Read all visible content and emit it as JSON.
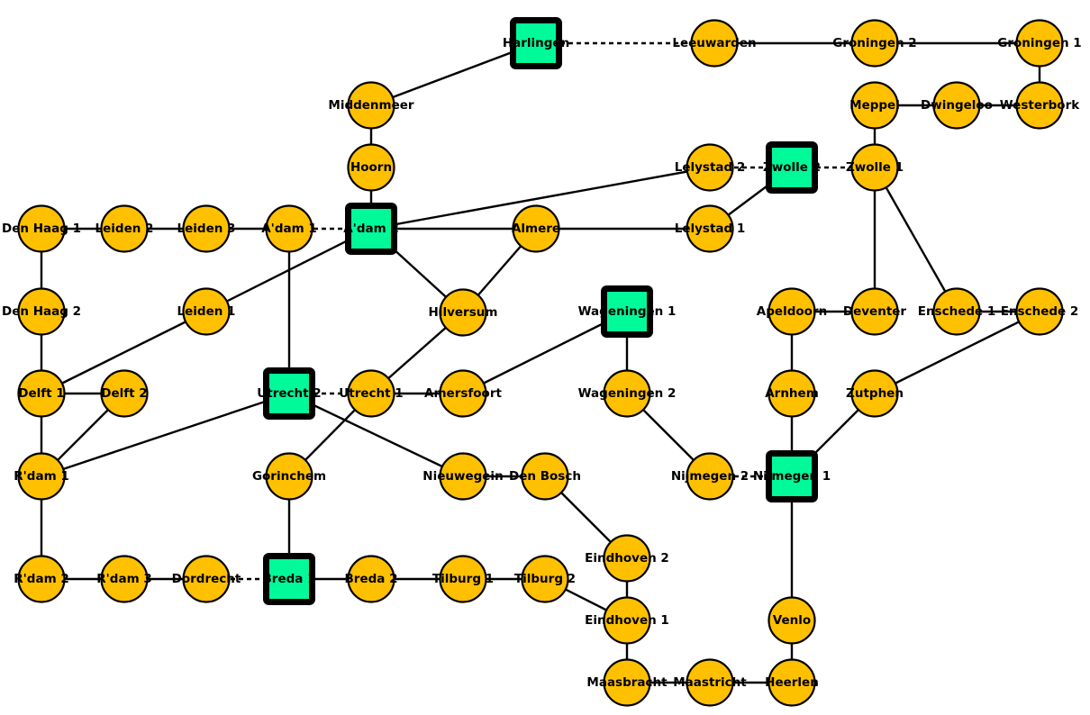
{
  "colors": {
    "station": "#FFC000",
    "hub": "#00FA9A",
    "stroke": "#000000",
    "background": "#ffffff"
  },
  "nodes": [
    {
      "id": "harlingen",
      "label": "Harlingen",
      "shape": "square"
    },
    {
      "id": "leeuwarden",
      "label": "Leeuwarden",
      "shape": "circle"
    },
    {
      "id": "groningen2",
      "label": "Groningen 2",
      "shape": "circle"
    },
    {
      "id": "groningen1",
      "label": "Groningen 1",
      "shape": "circle"
    },
    {
      "id": "middenmeer",
      "label": "Middenmeer",
      "shape": "circle"
    },
    {
      "id": "meppel",
      "label": "Meppel",
      "shape": "circle"
    },
    {
      "id": "dwingeloo",
      "label": "Dwingeloo",
      "shape": "circle"
    },
    {
      "id": "westerbork",
      "label": "Westerbork",
      "shape": "circle"
    },
    {
      "id": "hoorn",
      "label": "Hoorn",
      "shape": "circle"
    },
    {
      "id": "lelystad2",
      "label": "Lelystad 2",
      "shape": "circle"
    },
    {
      "id": "zwolle2",
      "label": "Zwolle 2",
      "shape": "square"
    },
    {
      "id": "zwolle1",
      "label": "Zwolle 1",
      "shape": "circle"
    },
    {
      "id": "denhaag1",
      "label": "Den Haag 1",
      "shape": "circle"
    },
    {
      "id": "leiden2",
      "label": "Leiden 2",
      "shape": "circle"
    },
    {
      "id": "leiden3",
      "label": "Leiden 3",
      "shape": "circle"
    },
    {
      "id": "adam1",
      "label": "A'dam 1",
      "shape": "circle"
    },
    {
      "id": "adam2",
      "label": "A'dam 2",
      "shape": "square"
    },
    {
      "id": "almere",
      "label": "Almere",
      "shape": "circle"
    },
    {
      "id": "lelystad1",
      "label": "Lelystad 1",
      "shape": "circle"
    },
    {
      "id": "denhaag2",
      "label": "Den Haag 2",
      "shape": "circle"
    },
    {
      "id": "leiden1",
      "label": "Leiden 1",
      "shape": "circle"
    },
    {
      "id": "hilversum",
      "label": "Hilversum",
      "shape": "circle"
    },
    {
      "id": "wageningen1",
      "label": "Wageningen 1",
      "shape": "square"
    },
    {
      "id": "apeldoorn",
      "label": "Apeldoorn",
      "shape": "circle"
    },
    {
      "id": "deventer",
      "label": "Deventer",
      "shape": "circle"
    },
    {
      "id": "enschede1",
      "label": "Enschede 1",
      "shape": "circle"
    },
    {
      "id": "enschede2",
      "label": "Enschede 2",
      "shape": "circle"
    },
    {
      "id": "delft1",
      "label": "Delft 1",
      "shape": "circle"
    },
    {
      "id": "delft2",
      "label": "Delft 2",
      "shape": "circle"
    },
    {
      "id": "utrecht2",
      "label": "Utrecht 2",
      "shape": "square"
    },
    {
      "id": "utrecht1",
      "label": "Utrecht 1",
      "shape": "circle"
    },
    {
      "id": "amersfoort",
      "label": "Amersfoort",
      "shape": "circle"
    },
    {
      "id": "wageningen2",
      "label": "Wageningen 2",
      "shape": "circle"
    },
    {
      "id": "arnhem",
      "label": "Arnhem",
      "shape": "circle"
    },
    {
      "id": "zutphen",
      "label": "Zutphen",
      "shape": "circle"
    },
    {
      "id": "rdam1",
      "label": "R'dam 1",
      "shape": "circle"
    },
    {
      "id": "gorinchem",
      "label": "Gorinchem",
      "shape": "circle"
    },
    {
      "id": "nieuwegein",
      "label": "Nieuwegein",
      "shape": "circle"
    },
    {
      "id": "denbosch",
      "label": "Den Bosch",
      "shape": "circle"
    },
    {
      "id": "nijmegen2",
      "label": "Nijmegen 2",
      "shape": "circle"
    },
    {
      "id": "nijmegen1",
      "label": "Nijmegen 1",
      "shape": "square"
    },
    {
      "id": "eindhoven2",
      "label": "Eindhoven 2",
      "shape": "circle"
    },
    {
      "id": "rdam2",
      "label": "R'dam 2",
      "shape": "circle"
    },
    {
      "id": "rdam3",
      "label": "R'dam 3",
      "shape": "circle"
    },
    {
      "id": "dordrecht",
      "label": "Dordrecht",
      "shape": "circle"
    },
    {
      "id": "breda1",
      "label": "Breda 1",
      "shape": "square"
    },
    {
      "id": "breda2",
      "label": "Breda 2",
      "shape": "circle"
    },
    {
      "id": "tilburg1",
      "label": "Tilburg 1",
      "shape": "circle"
    },
    {
      "id": "tilburg2",
      "label": "Tilburg 2",
      "shape": "circle"
    },
    {
      "id": "eindhoven1",
      "label": "Eindhoven 1",
      "shape": "circle"
    },
    {
      "id": "venlo",
      "label": "Venlo",
      "shape": "circle"
    },
    {
      "id": "maasbracht",
      "label": "Maasbracht",
      "shape": "circle"
    },
    {
      "id": "maastricht",
      "label": "Maastricht",
      "shape": "circle"
    },
    {
      "id": "heerlen",
      "label": "Heerlen",
      "shape": "circle"
    }
  ],
  "edges": [
    [
      "harlingen",
      "leeuwarden",
      "dashed"
    ],
    [
      "leeuwarden",
      "groningen2",
      "solid"
    ],
    [
      "groningen2",
      "groningen1",
      "solid"
    ],
    [
      "groningen1",
      "westerbork",
      "solid"
    ],
    [
      "westerbork",
      "dwingeloo",
      "solid"
    ],
    [
      "dwingeloo",
      "meppel",
      "solid"
    ],
    [
      "meppel",
      "zwolle1",
      "solid"
    ],
    [
      "harlingen",
      "middenmeer",
      "solid"
    ],
    [
      "middenmeer",
      "hoorn",
      "solid"
    ],
    [
      "hoorn",
      "adam2",
      "solid"
    ],
    [
      "adam2",
      "lelystad2",
      "solid"
    ],
    [
      "lelystad2",
      "zwolle2",
      "dashed"
    ],
    [
      "zwolle2",
      "zwolle1",
      "dashed"
    ],
    [
      "zwolle2",
      "lelystad1",
      "solid"
    ],
    [
      "zwolle1",
      "deventer",
      "solid"
    ],
    [
      "zwolle1",
      "enschede1",
      "solid"
    ],
    [
      "denhaag1",
      "leiden2",
      "solid"
    ],
    [
      "leiden2",
      "leiden3",
      "solid"
    ],
    [
      "leiden3",
      "adam1",
      "solid"
    ],
    [
      "adam1",
      "adam2",
      "dashed"
    ],
    [
      "adam2",
      "almere",
      "solid"
    ],
    [
      "almere",
      "lelystad1",
      "solid"
    ],
    [
      "adam2",
      "hilversum",
      "solid"
    ],
    [
      "adam2",
      "leiden1",
      "solid"
    ],
    [
      "adam1",
      "utrecht2",
      "solid"
    ],
    [
      "almere",
      "hilversum",
      "solid"
    ],
    [
      "hilversum",
      "utrecht1",
      "solid"
    ],
    [
      "denhaag1",
      "denhaag2",
      "solid"
    ],
    [
      "denhaag2",
      "delft1",
      "solid"
    ],
    [
      "leiden1",
      "delft1",
      "solid"
    ],
    [
      "delft1",
      "delft2",
      "solid"
    ],
    [
      "delft1",
      "rdam1",
      "solid"
    ],
    [
      "delft2",
      "rdam1",
      "solid"
    ],
    [
      "rdam1",
      "utrecht2",
      "solid"
    ],
    [
      "utrecht2",
      "utrecht1",
      "dashed"
    ],
    [
      "utrecht1",
      "amersfoort",
      "solid"
    ],
    [
      "amersfoort",
      "wageningen1",
      "solid"
    ],
    [
      "utrecht2",
      "nieuwegein",
      "solid"
    ],
    [
      "utrecht1",
      "gorinchem",
      "solid"
    ],
    [
      "wageningen1",
      "wageningen2",
      "solid"
    ],
    [
      "wageningen2",
      "nijmegen2",
      "solid"
    ],
    [
      "nijmegen2",
      "nijmegen1",
      "dashed"
    ],
    [
      "apeldoorn",
      "deventer",
      "solid"
    ],
    [
      "apeldoorn",
      "arnhem",
      "solid"
    ],
    [
      "arnhem",
      "nijmegen1",
      "solid"
    ],
    [
      "enschede1",
      "enschede2",
      "solid"
    ],
    [
      "enschede2",
      "zutphen",
      "solid"
    ],
    [
      "zutphen",
      "nijmegen1",
      "solid"
    ],
    [
      "nijmegen1",
      "venlo",
      "solid"
    ],
    [
      "venlo",
      "heerlen",
      "solid"
    ],
    [
      "heerlen",
      "maastricht",
      "solid"
    ],
    [
      "maastricht",
      "maasbracht",
      "solid"
    ],
    [
      "maasbracht",
      "eindhoven1",
      "solid"
    ],
    [
      "eindhoven1",
      "eindhoven2",
      "solid"
    ],
    [
      "eindhoven1",
      "tilburg2",
      "solid"
    ],
    [
      "eindhoven2",
      "denbosch",
      "solid"
    ],
    [
      "nieuwegein",
      "denbosch",
      "solid"
    ],
    [
      "gorinchem",
      "breda1",
      "solid"
    ],
    [
      "rdam1",
      "rdam2",
      "solid"
    ],
    [
      "rdam2",
      "rdam3",
      "solid"
    ],
    [
      "rdam3",
      "dordrecht",
      "solid"
    ],
    [
      "dordrecht",
      "breda1",
      "dashed"
    ],
    [
      "breda1",
      "breda2",
      "solid"
    ],
    [
      "breda2",
      "tilburg1",
      "solid"
    ],
    [
      "tilburg1",
      "tilburg2",
      "solid"
    ]
  ]
}
